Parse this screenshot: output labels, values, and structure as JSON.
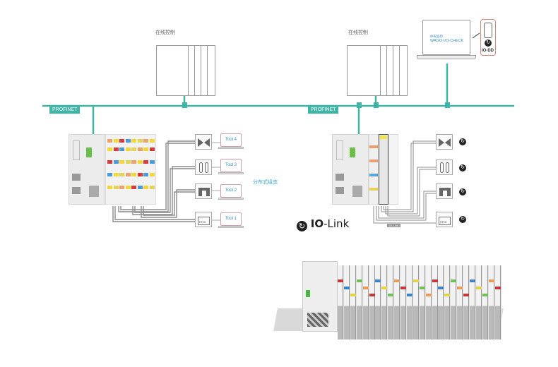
{
  "colors": {
    "network": "#3fb5a8",
    "cable": "#8c8c8c",
    "accent_text": "#3a8fc2",
    "laptop_border": "#c9a0a5",
    "iodd_border": "#d9877c"
  },
  "controllers": [
    {
      "label": "在线控制"
    },
    {
      "label": "在线控制"
    }
  ],
  "network": {
    "segments": [
      {
        "label": "PROFINET"
      },
      {
        "label": "PROFINET"
      }
    ]
  },
  "config_station": {
    "screen_line1": "中央监控",
    "screen_line2": "WAGO-I/O-CHECK",
    "device_label": "IO-DD",
    "device_icon": "io-link-icon"
  },
  "left_station": {
    "devices": [
      {
        "icon": "valve-icon",
        "tool": "Tool 4"
      },
      {
        "icon": "thermometer-icon",
        "tool": "Tool 3"
      },
      {
        "icon": "gripper-icon",
        "tool": "Tool 2"
      },
      {
        "icon": "rfid-icon",
        "tool": "Tool 1"
      }
    ],
    "caption": "分布式组态"
  },
  "right_station": {
    "devices": [
      {
        "icon": "valve-icon",
        "link_icon": "io-link-icon"
      },
      {
        "icon": "thermometer-icon",
        "link_icon": "io-link-icon"
      },
      {
        "icon": "gripper-icon",
        "link_icon": "io-link-icon"
      },
      {
        "icon": "rfid-icon",
        "link_icon": "io-link-icon"
      }
    ],
    "module_tag": "IO-Link"
  },
  "iolink_logo": {
    "bold": "IO",
    "rest": "-Link"
  },
  "rfid_text": "RFID"
}
